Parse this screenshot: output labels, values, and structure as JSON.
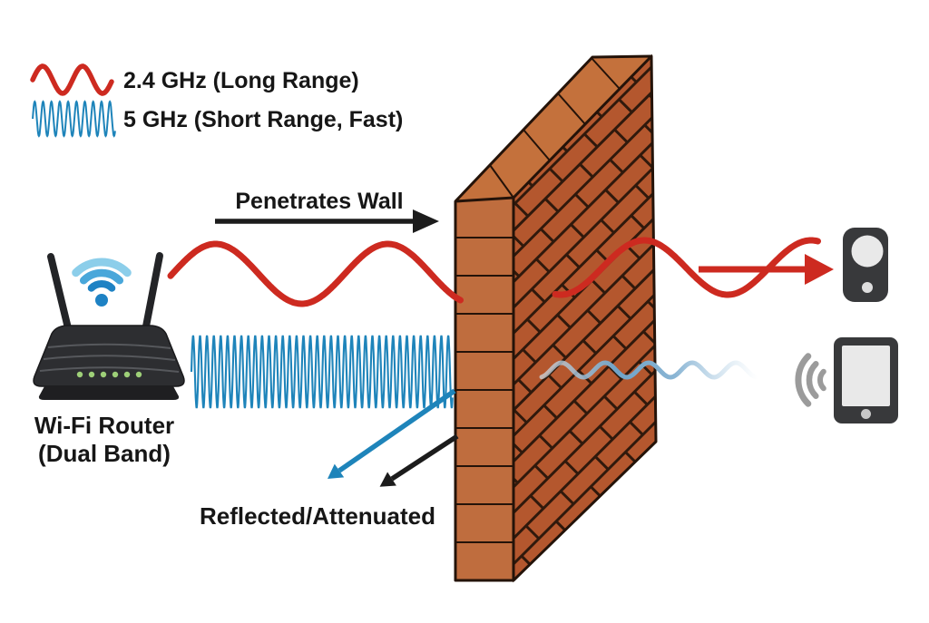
{
  "legend": {
    "items": [
      {
        "band": "2.4 GHz",
        "label": "2.4 GHz (Long Range)",
        "color": "#cd2a20"
      },
      {
        "band": "5 GHz",
        "label": "5 GHz (Short Range, Fast)",
        "color": "#1e84ba"
      }
    ]
  },
  "labels": {
    "penetrates_wall": "Penetrates Wall",
    "reflected_attenuated": "Reflected/Attenuated"
  },
  "router": {
    "label_line1": "Wi-Fi Router",
    "label_line2": "(Dual Band)"
  },
  "icons": {
    "router": "wifi-router-icon",
    "router_signal": "wifi-signal-icon",
    "wall": "brick-wall",
    "camera": "camera-device-icon",
    "tablet": "tablet-device-icon",
    "tablet_signal": "wifi-arcs-icon"
  },
  "colors": {
    "red_wave": "#cd2a20",
    "blue_wave": "#1e84ba",
    "attenuated_wave": "#6fa3c7",
    "arrow_black": "#1c1c1c",
    "text": "#161616",
    "brick": "#b4572e",
    "brick_mortar": "#30190c",
    "wall_side": "#bf6d3e",
    "wall_top": "#c4713c",
    "wall_outline": "#241309",
    "device_body": "#38393b",
    "device_screen": "#e9e9e9",
    "signal_gray": "#9b9b9b",
    "router_body": "#2d2e31",
    "led_green": "#9ed078",
    "wifi_inner": "#1e82c4",
    "wifi_mid": "#49a7da",
    "wifi_outer": "#8cceea"
  }
}
